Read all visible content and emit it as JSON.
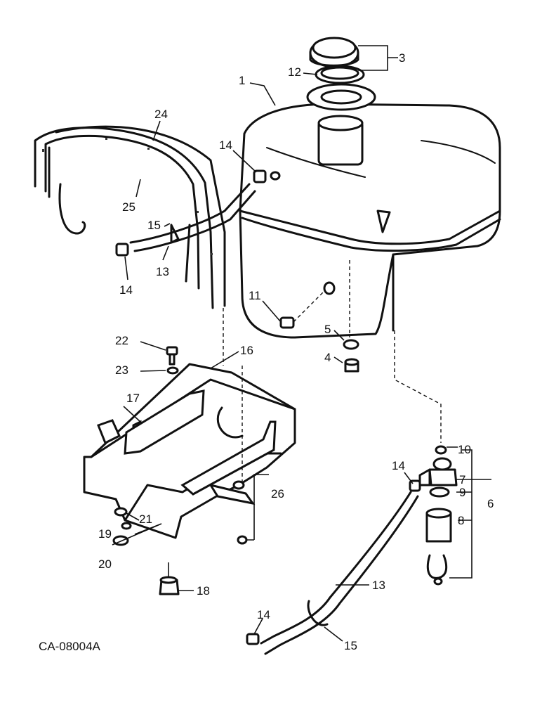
{
  "drawing_id": "CA-08004A",
  "callouts": {
    "c1": "1",
    "c3": "3",
    "c12": "12",
    "c24": "24",
    "c25": "25",
    "c14a": "14",
    "c15a": "15",
    "c14b": "14",
    "c13a": "13",
    "c11": "11",
    "c5": "5",
    "c4": "4",
    "c22": "22",
    "c16": "16",
    "c23": "23",
    "c17": "17",
    "c10": "10",
    "c14c": "14",
    "c7": "7",
    "c9": "9",
    "c6": "6",
    "c8": "8",
    "c26": "26",
    "c21": "21",
    "c19": "19",
    "c20": "20",
    "c18": "18",
    "c13b": "13",
    "c14d": "14",
    "c15b": "15"
  }
}
